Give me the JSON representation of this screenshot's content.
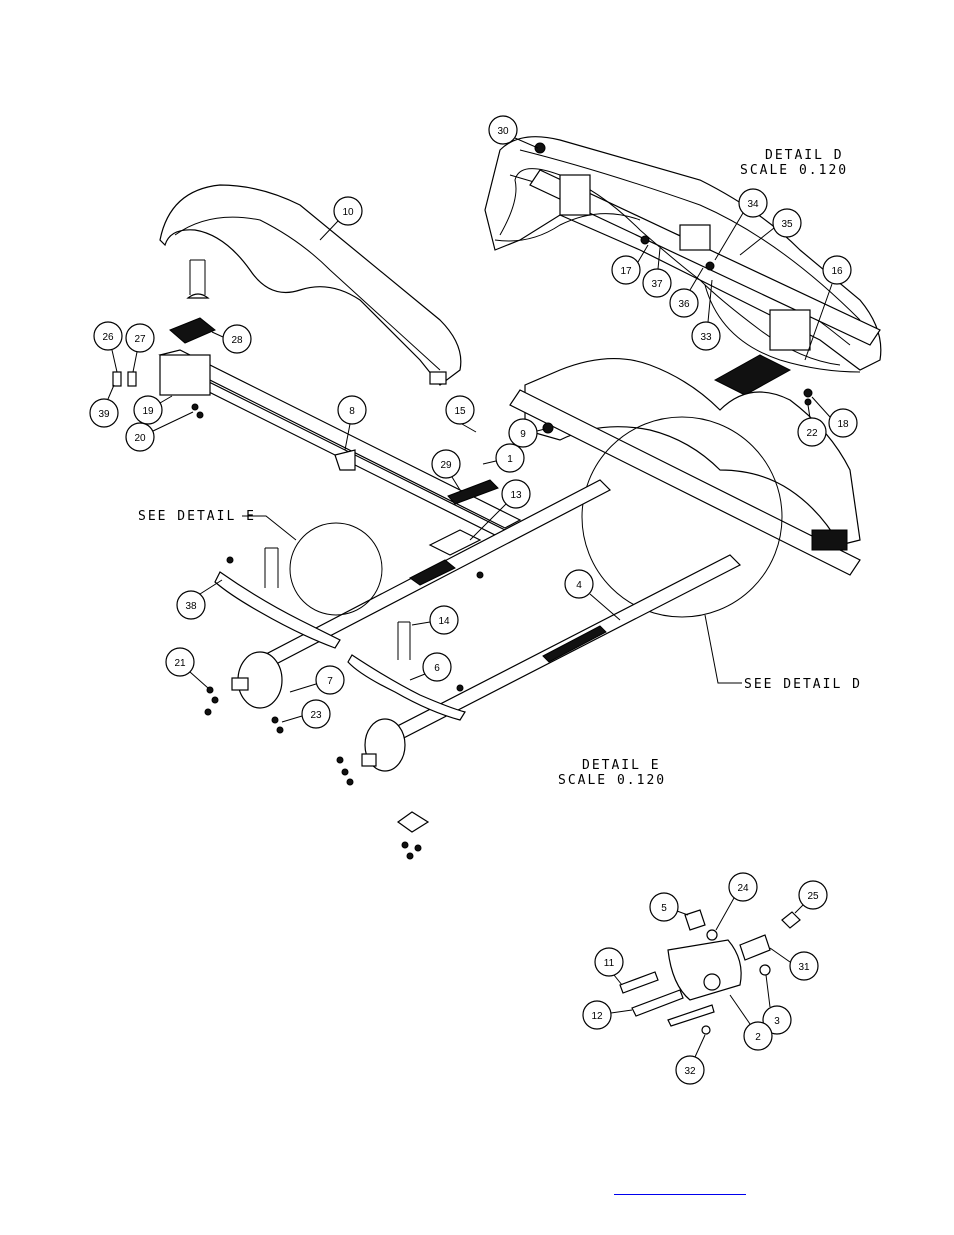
{
  "details": {
    "detail_d_title": "DETAIL  D",
    "detail_d_scale": "SCALE  0.120",
    "detail_e_title": "DETAIL  E",
    "detail_e_scale": "SCALE  0.120",
    "see_detail_e": "SEE DETAIL  E",
    "see_detail_d": "SEE DETAIL  D"
  },
  "callouts": {
    "c30": "30",
    "c34": "34",
    "c35": "35",
    "c17": "17",
    "c37": "37",
    "c36": "36",
    "c33": "33",
    "c16": "16",
    "c22": "22",
    "c18": "18",
    "c10": "10",
    "c28": "28",
    "c26": "26",
    "c27": "27",
    "c39": "39",
    "c19": "19",
    "c20": "20",
    "c8": "8",
    "c15": "15",
    "c9": "9",
    "c1": "1",
    "c29": "29",
    "c13": "13",
    "c38": "38",
    "c4": "4",
    "c14": "14",
    "c6": "6",
    "c21": "21",
    "c7": "7",
    "c23": "23",
    "c5": "5",
    "c24": "24",
    "c25": "25",
    "c11": "11",
    "c31": "31",
    "c12": "12",
    "c3": "3",
    "c2": "2",
    "c32": "32"
  },
  "footer": {
    "link_text": ""
  }
}
